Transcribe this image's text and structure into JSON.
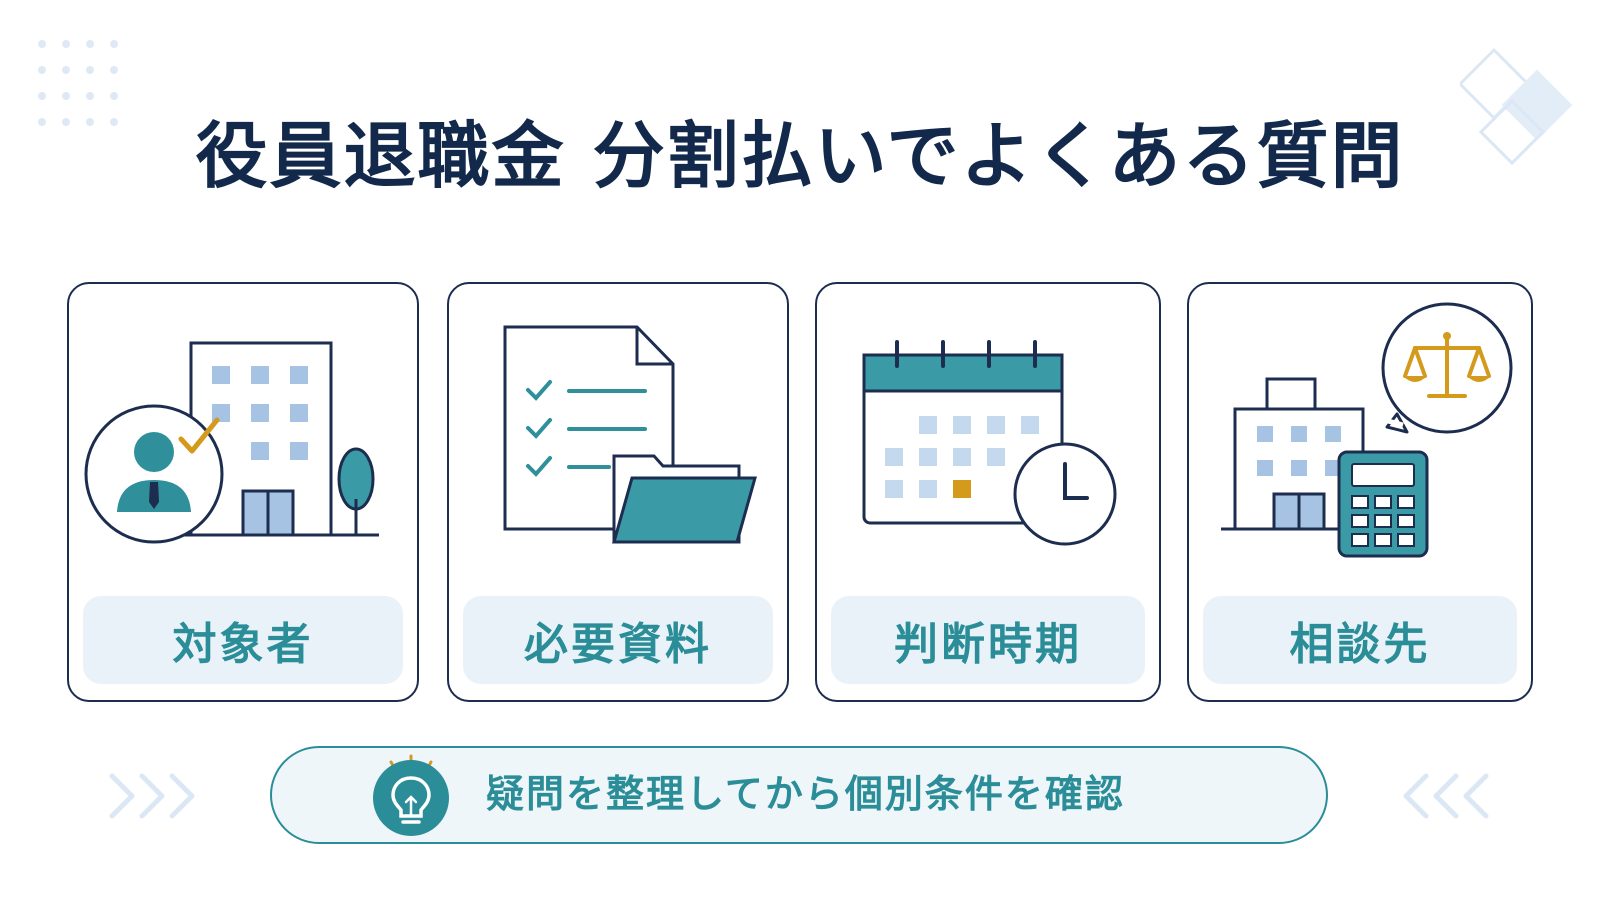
{
  "title": "役員退職金 分割払いでよくある質問",
  "cards": [
    {
      "label": "対象者",
      "icon": "executive-building-icon"
    },
    {
      "label": "必要資料",
      "icon": "document-folder-icon"
    },
    {
      "label": "判断時期",
      "icon": "calendar-clock-icon"
    },
    {
      "label": "相談先",
      "icon": "office-calculator-scale-icon"
    }
  ],
  "banner": {
    "text": "疑問を整理してから個別条件を確認",
    "icon": "lightbulb-icon"
  },
  "colors": {
    "navy": "#13294b",
    "teal": "#2a8d98",
    "pill_bg": "#e8f2f8",
    "accent_gold": "#d49a1c",
    "light_blue": "#a7c3e3"
  }
}
